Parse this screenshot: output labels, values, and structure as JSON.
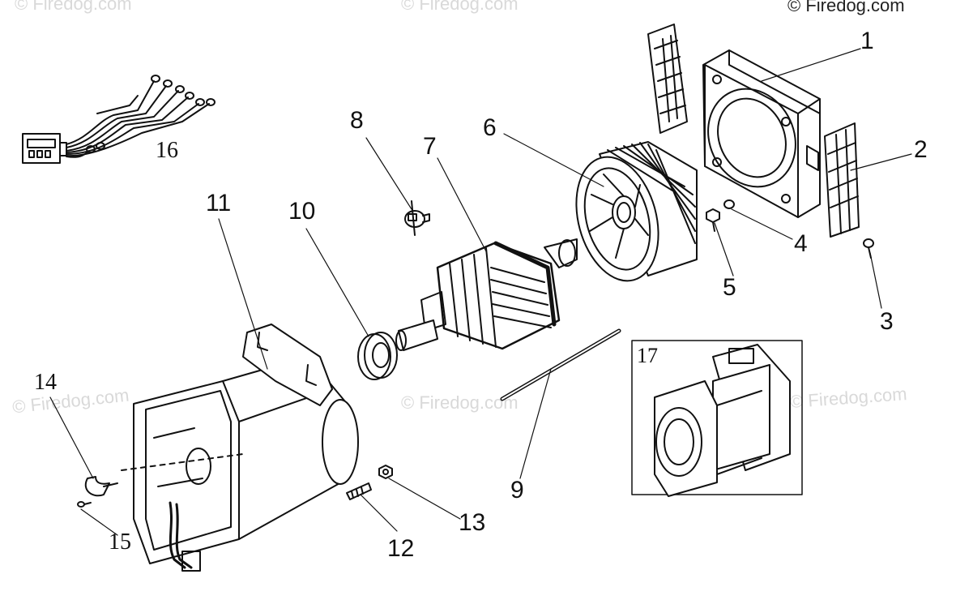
{
  "watermarks": {
    "top_left": "© Firedog.com",
    "top_center": "© Firedog.com",
    "top_right": "© Firedog.com",
    "mid_left": "© Firedog.com",
    "mid_center": "© Firedog.com",
    "mid_right": "© Firedog.com"
  },
  "callouts": {
    "c1": "1",
    "c2": "2",
    "c3": "3",
    "c4": "4",
    "c5": "5",
    "c6": "6",
    "c7": "7",
    "c8": "8",
    "c9": "9",
    "c10": "10",
    "c11": "11",
    "c12": "12",
    "c13": "13",
    "c14": "14",
    "c15": "15",
    "c16": "16"
  },
  "inset": {
    "label": "17"
  },
  "colors": {
    "line": "#111111",
    "watermark": "#d9d9d9",
    "background": "#ffffff"
  }
}
